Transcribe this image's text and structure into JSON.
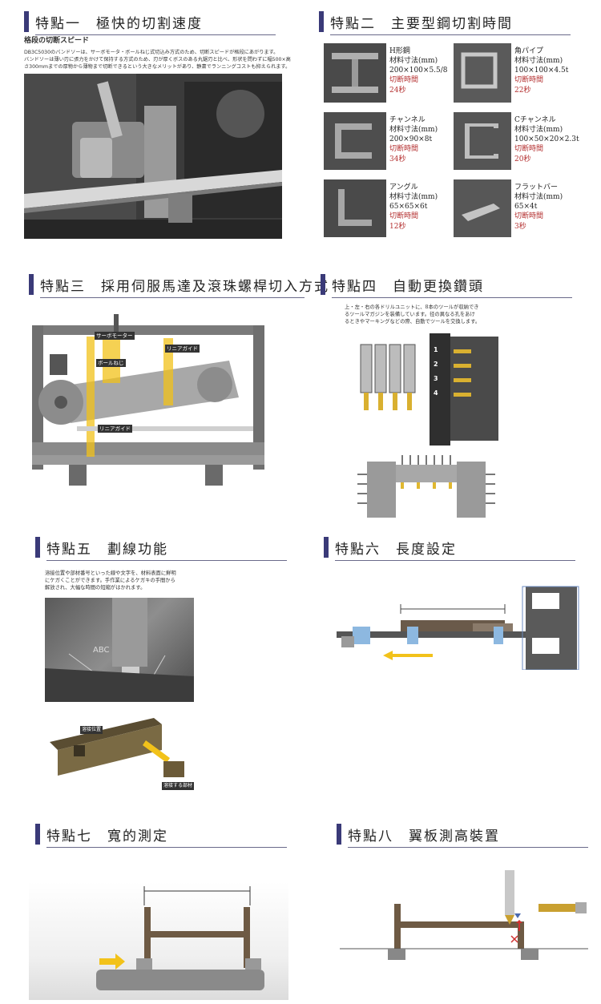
{
  "sections": {
    "s1": {
      "title": "特點一　極快的切割速度",
      "subtitle": "格段の切断スピード",
      "desc1": "DB3C5030のバンドソーは、サーボモータ・ボールねじ式切込み方式のため、切断スピードが格段にあがります。",
      "desc2": "バンドソーは薄い刃に張力をかけて保持する方式のため、刃が厚くボスのある丸鋸刃と比べ、形状を問わずに幅500×高",
      "desc3": "さ300mmまでの厚物から薄物まで切断できるという大きなメリットがあり、静粛でランニングコストも抑えられます。"
    },
    "s2": {
      "title": "特點二　主要型鋼切割時間",
      "items": [
        {
          "name": "H形鋼",
          "label": "材料寸法(mm)",
          "dim": "200×100×5.5/8",
          "cut": "切断時間",
          "time": "24秒"
        },
        {
          "name": "角パイプ",
          "label": "材料寸法(mm)",
          "dim": "100×100×4.5t",
          "cut": "切断時間",
          "time": "22秒"
        },
        {
          "name": "チャンネル",
          "label": "材料寸法(mm)",
          "dim": "200×90×8t",
          "cut": "切断時間",
          "time": "34秒"
        },
        {
          "name": "Cチャンネル",
          "label": "材料寸法(mm)",
          "dim": "100×50×20×2.3t",
          "cut": "切断時間",
          "time": "20秒"
        },
        {
          "name": "アングル",
          "label": "材料寸法(mm)",
          "dim": "65×65×6t",
          "cut": "切断時間",
          "time": "12秒"
        },
        {
          "name": "フラットバー",
          "label": "材料寸法(mm)",
          "dim": "65×4t",
          "cut": "切断時間",
          "time": "3秒"
        }
      ]
    },
    "s3": {
      "title": "特點三　採用伺服馬達及滾珠螺桿切入方式",
      "labels": {
        "servo": "サーボモーター",
        "ball": "ボールねじ",
        "linear1": "リニアガイド",
        "linear2": "リニアガイド"
      }
    },
    "s4": {
      "title": "特點四　自動更換鑽頭",
      "desc1": "上・左・右の各ドリルユニットに、8本のツールが収納でき",
      "desc2": "るツールマガジンを装備しています。径の異なる孔をあけ",
      "desc3": "るときやマーキングなどの際、自動でツールを交換します。",
      "slots": [
        "1",
        "2",
        "3",
        "4"
      ]
    },
    "s5": {
      "title": "特點五　劃線功能",
      "desc1": "溶接位置や部材番号といった線や文字を、材料表面に鮮明",
      "desc2": "にケガくことができます。手作業によるケガキの手間から",
      "desc3": "解放され、大幅な時間の短縮がはかれます。",
      "photo_text": "ABC",
      "tag1": "溶接位置",
      "tag2": "溶接する部材"
    },
    "s6": {
      "title": "特點六　長度設定"
    },
    "s7": {
      "title": "特點七　寬的測定"
    },
    "s8": {
      "title": "特點八　翼板測高裝置"
    }
  },
  "colors": {
    "heading_bar": "#3a3a78",
    "steel_gray": "#6b6b6b",
    "yellow_arrow": "#f2c21a",
    "blue_part": "#8db8e0",
    "red_mark": "#d03030",
    "cut_time": "#b43030"
  }
}
